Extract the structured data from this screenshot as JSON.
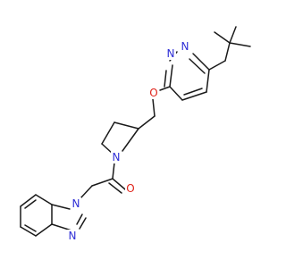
{
  "molecule": {
    "atoms": [
      {
        "id": "n_pyridazine_1",
        "symbol": "N",
        "color": "#2f2fd6"
      },
      {
        "id": "n_pyridazine_2",
        "symbol": "N",
        "color": "#2f2fd6"
      },
      {
        "id": "o_ether",
        "symbol": "O",
        "color": "#e0241b"
      },
      {
        "id": "n_pyrrolidine",
        "symbol": "N",
        "color": "#2f2fd6"
      },
      {
        "id": "o_carbonyl",
        "symbol": "O",
        "color": "#e0241b"
      },
      {
        "id": "n_benzimidazole_1",
        "symbol": "N",
        "color": "#2f2fd6"
      },
      {
        "id": "n_benzimidazole_3",
        "symbol": "N",
        "color": "#2f2fd6"
      }
    ],
    "bond_color": "#1a1a1a",
    "background": "#ffffff"
  }
}
